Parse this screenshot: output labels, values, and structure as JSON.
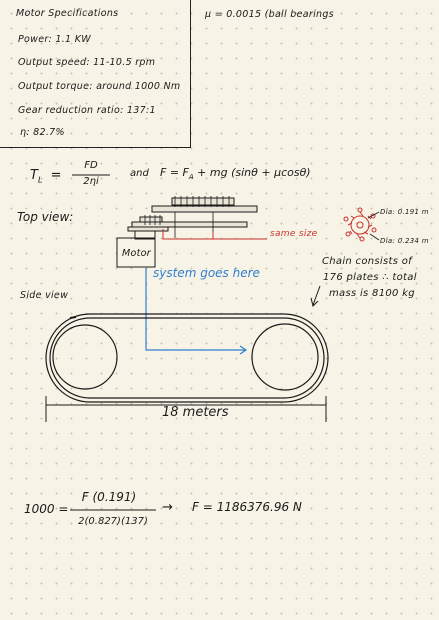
{
  "specs": {
    "heading": "Motor Specifications",
    "power": "Power: 1.1 KW",
    "speed": "Output speed: 11-10.5 rpm",
    "torque": "Output torque: around 1000 Nm",
    "ratio": "Gear reduction ratio: 137:1",
    "efficiency": "η: 82.7%"
  },
  "friction_note": "μ = 0.0015 (ball bearings",
  "formula": {
    "lhs": "T",
    "lhs_sub": "L",
    "eq": "=",
    "num": "FD",
    "den": "2ηi",
    "and": "and",
    "force": "F = F",
    "force_sub": "A",
    "force_rest": "+ mg (sinθ + μcosθ)"
  },
  "top_view": {
    "label": "Top view:",
    "motor": "Motor",
    "same_size": "same size",
    "dia_small": "Dia: 0.191 m",
    "dia_large": "Dia: 0.234 m",
    "system": "system goes here"
  },
  "side_view": {
    "label": "Side view",
    "chain_note": [
      "Chain consists of",
      "176 plates ∴ total",
      "mass is 8100 kg"
    ],
    "length": "18 meters"
  },
  "calc": {
    "lhs": "1000",
    "eq": "=",
    "num": "F (0.191)",
    "den": "2(0.827)(137)",
    "arrow": "→",
    "result": "F = 1186376.96 N"
  },
  "colors": {
    "paper": "#f7f3e6",
    "ink": "#1b1b1b",
    "blue": "#2f7fd0",
    "red": "#c8322c"
  }
}
